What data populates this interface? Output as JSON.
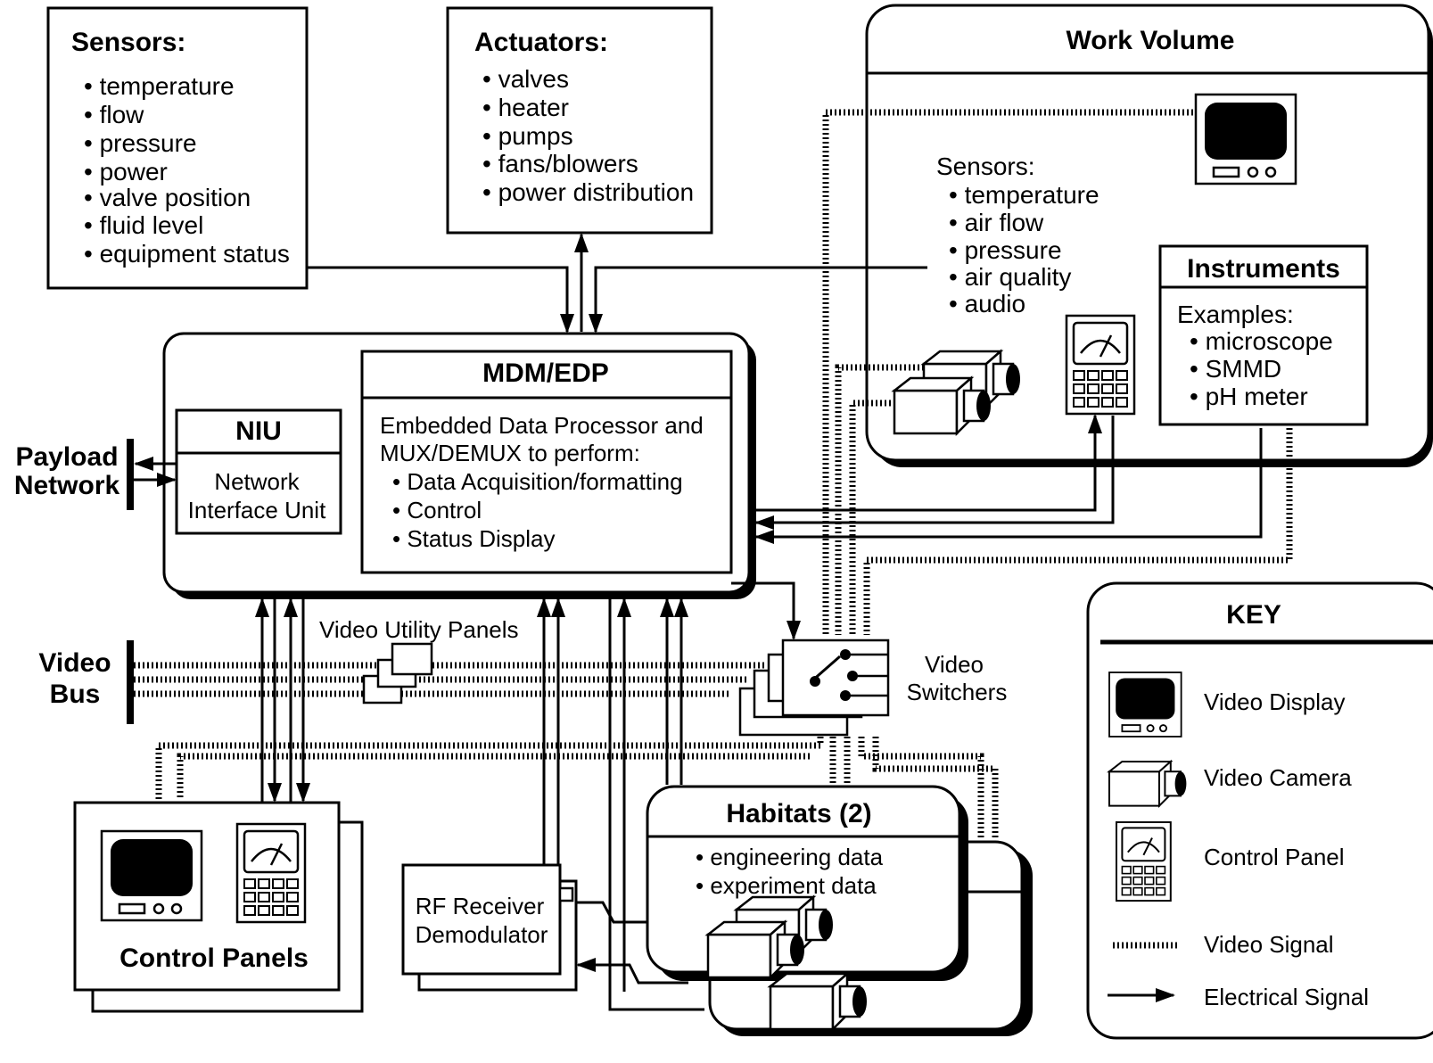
{
  "sensors_box": {
    "title": "Sensors:",
    "items": [
      "• temperature",
      "• flow",
      "• pressure",
      "• power",
      "• valve position",
      "• fluid level",
      "• equipment status"
    ]
  },
  "actuators_box": {
    "title": "Actuators:",
    "items": [
      "• valves",
      "• heater",
      "• pumps",
      "• fans/blowers",
      "• power distribution"
    ]
  },
  "work_volume": {
    "title": "Work Volume",
    "sensors_title": "Sensors:",
    "sensors": [
      "• temperature",
      "• air flow",
      "• pressure",
      "• air quality",
      "• audio"
    ]
  },
  "instruments": {
    "title": "Instruments",
    "examples_title": "Examples:",
    "examples": [
      "• microscope",
      "• SMMD",
      "• pH meter"
    ]
  },
  "mdm": {
    "title": "MDM/EDP",
    "desc_lines": [
      "Embedded Data Processor and",
      "MUX/DEMUX to perform:"
    ],
    "items": [
      "• Data Acquisition/formatting",
      "• Control",
      "• Status Display"
    ]
  },
  "niu": {
    "title": "NIU",
    "lines": [
      "Network",
      "Interface Unit"
    ]
  },
  "payload_network": [
    "Payload",
    "Network"
  ],
  "video_bus": [
    "Video",
    "Bus"
  ],
  "video_utility_panels": "Video Utility Panels",
  "video_switchers": [
    "Video",
    "Switchers"
  ],
  "control_panels": "Control Panels",
  "rf_receiver": [
    "RF Receiver",
    "Demodulator"
  ],
  "habitats": {
    "title": "Habitats (2)",
    "items": [
      "• engineering data",
      "• experiment data"
    ]
  },
  "key": {
    "title": "KEY",
    "entries": [
      {
        "icon": "video-display-icon",
        "label": "Video Display"
      },
      {
        "icon": "video-camera-icon",
        "label": "Video Camera"
      },
      {
        "icon": "control-panel-icon",
        "label": "Control Panel"
      },
      {
        "icon": "video-signal-icon",
        "label": "Video Signal"
      },
      {
        "icon": "electrical-signal-icon",
        "label": "Electrical Signal"
      }
    ]
  }
}
